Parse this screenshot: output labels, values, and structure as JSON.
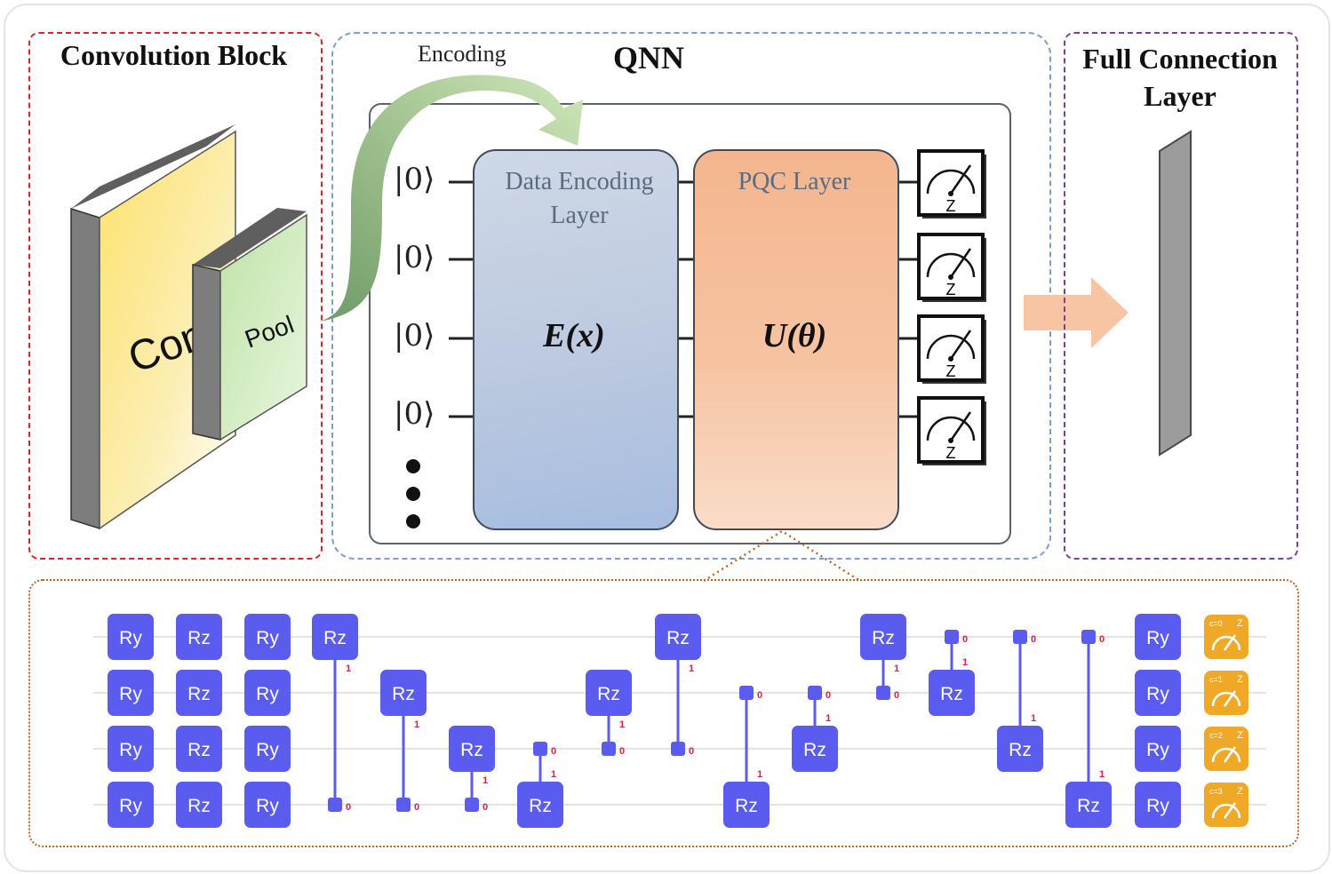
{
  "blocks": {
    "conv": {
      "title": "Convolution Block",
      "conv_label": "Con",
      "pool_label": "Pool"
    },
    "qnn": {
      "title": "QNN",
      "encoding_label": "Encoding",
      "kets": [
        "|0⟩",
        "|0⟩",
        "|0⟩",
        "|0⟩"
      ],
      "encoding_layer_label": "Data Encoding Layer",
      "encoding_op": "E(x)",
      "pqc_label": "PQC Layer",
      "pqc_op": "U(θ)",
      "meas_label": "Z"
    },
    "fc": {
      "title": "Full Connection Layer"
    }
  },
  "circuit": {
    "rotation_columns": [
      "Ry",
      "Rz",
      "Ry"
    ],
    "final_rotation": "Ry",
    "gate_label": "Rz",
    "control_label": "0",
    "target_label": "1",
    "measure_labels": [
      "c=0",
      "c=1",
      "c=2",
      "c=3"
    ],
    "measure_axis": "Z",
    "entanglers": [
      {
        "target": 0,
        "control": 3
      },
      {
        "target": 1,
        "control": 3
      },
      {
        "target": 2,
        "control": 3
      },
      {
        "target": 3,
        "control": 2
      },
      {
        "target": 1,
        "control": 2
      },
      {
        "target": 0,
        "control": 2
      },
      {
        "target": 3,
        "control": 1
      },
      {
        "target": 2,
        "control": 1
      },
      {
        "target": 0,
        "control": 1
      },
      {
        "target": 1,
        "control": 0
      },
      {
        "target": 2,
        "control": 0
      },
      {
        "target": 3,
        "control": 0
      }
    ]
  },
  "colors": {
    "conv_border": "#e0212b",
    "qnn_border": "#7a9fd6",
    "fc_border": "#7b3fa0",
    "circuit_border": "#c0651f",
    "gate_fill": "#5a5cf0",
    "meas_fill": "#f0a927",
    "encoding_arrow": "#9fc48a",
    "flow_arrow": "#f7c4a4"
  }
}
